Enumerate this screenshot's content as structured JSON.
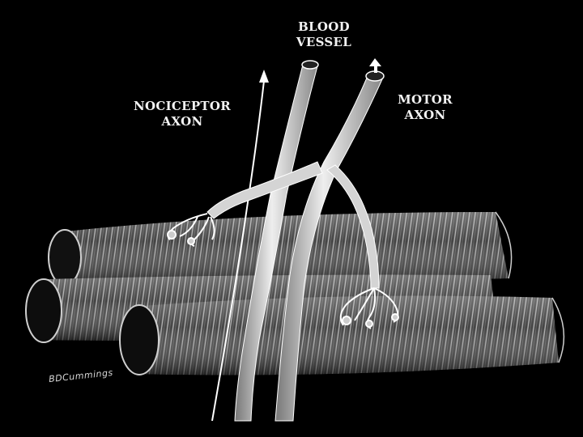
{
  "labels": {
    "nociceptor": [
      "NOCICEPTOR",
      "AXON"
    ],
    "blood_vessel": [
      "BLOOD",
      "VESSEL"
    ],
    "motor": [
      "MOTOR",
      "AXON"
    ]
  },
  "signature": "BDCummings",
  "colors": {
    "background": "#000000",
    "muscle_fill": "#4a4a4a",
    "striation": "#9a9a9a",
    "vessel_fill": "#d8d8d8",
    "line": "#ffffff"
  }
}
